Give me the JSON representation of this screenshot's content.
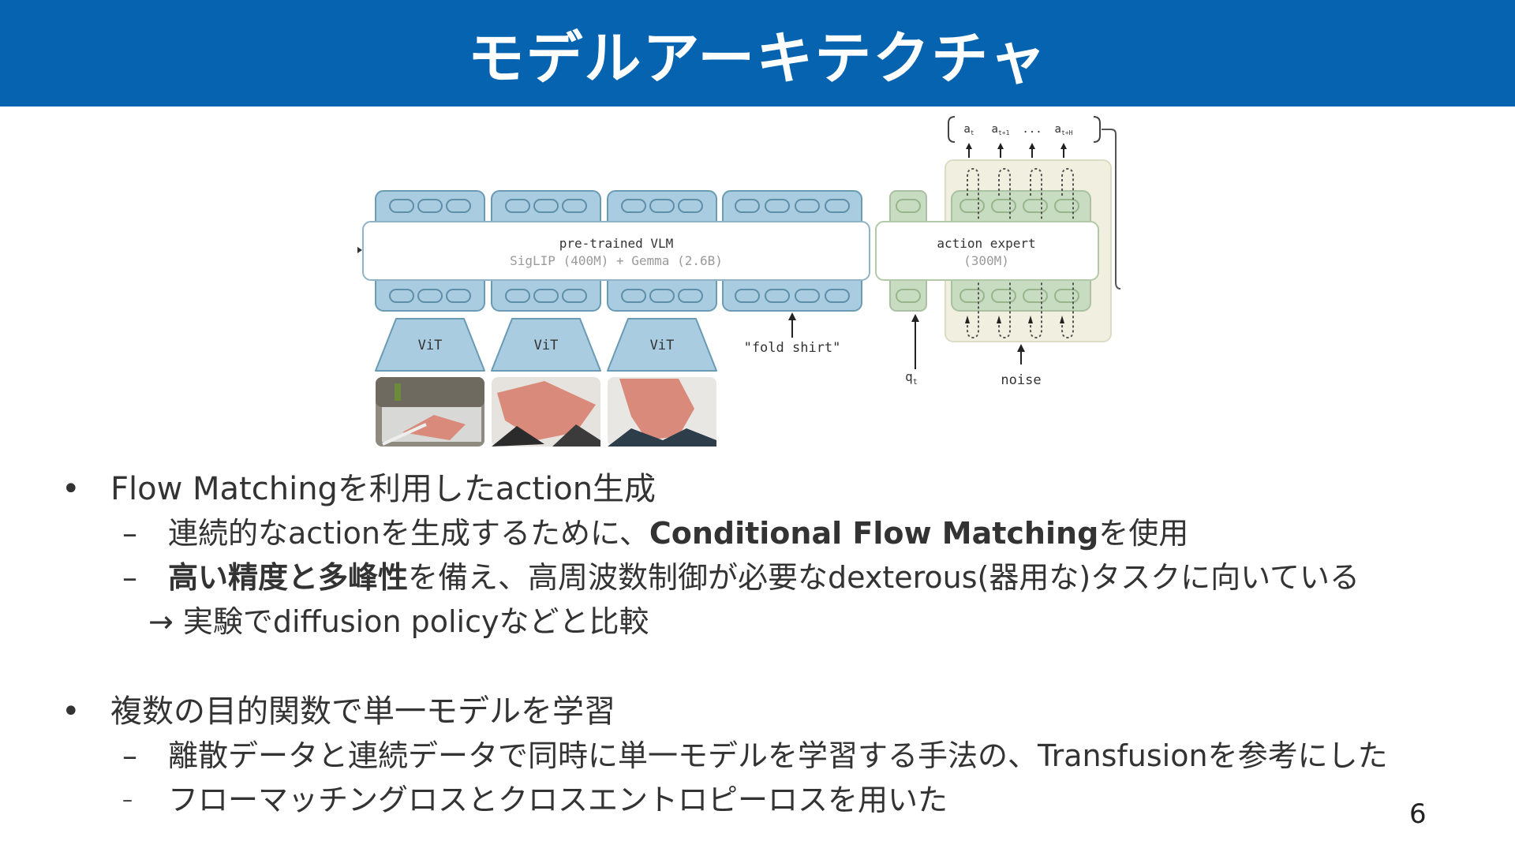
{
  "slide": {
    "title": "モデルアーキテクチャ",
    "page_number": "6",
    "colors": {
      "header_bg": "#0563af",
      "header_text": "#ffffff",
      "body_text": "#333333",
      "vlm_block": "#a9cce0",
      "vlm_border": "#6a9bb5",
      "expert_block": "#c7dcc0",
      "expert_bg": "#f1f0e0",
      "photo_fabric": "#d98a7a"
    }
  },
  "diagram": {
    "vlm_title": "pre-trained VLM",
    "vlm_subtitle": "SigLIP (400M) + Gemma (2.6B)",
    "expert_title": "action expert",
    "expert_subtitle": "(300M)",
    "vit_labels": [
      "ViT",
      "ViT",
      "ViT"
    ],
    "language_input": "\"fold shirt\"",
    "state_input": "q",
    "state_input_sub": "t",
    "noise_input": "noise",
    "action_outputs": [
      {
        "base": "a",
        "sub": "t"
      },
      {
        "base": "a",
        "sub": "t+1"
      },
      {
        "base": "...",
        "sub": ""
      },
      {
        "base": "a",
        "sub": "t+H"
      }
    ],
    "camera_images": [
      "camera-image-third-person",
      "camera-image-wrist-left",
      "camera-image-wrist-right"
    ]
  },
  "bullets": [
    {
      "marker": "•",
      "text": "Flow Matchingを利用したaction生成",
      "children": [
        {
          "marker": "–",
          "prefix": "連続的なactionを生成するために、",
          "bold": "Conditional Flow Matching",
          "suffix": "を使用"
        },
        {
          "marker": "–",
          "prefix": "",
          "bold": "高い精度と多峰性",
          "suffix": "を備え、高周波数制御が必要なdexterous(器用な)タスクに向いている"
        },
        {
          "marker": "",
          "prefix": "→ 実験でdiffusion policyなどと比較",
          "bold": "",
          "suffix": ""
        }
      ]
    },
    {
      "marker": "•",
      "text": "複数の目的関数で単一モデルを学習",
      "children": [
        {
          "marker": "–",
          "prefix": "離散データと連続データで同時に単一モデルを学習する手法の、Transfusionを参考にした",
          "bold": "",
          "suffix": ""
        },
        {
          "marker": "–",
          "prefix": "フローマッチングロスとクロスエントロピーロスを用いた",
          "bold": "",
          "suffix": ""
        }
      ]
    }
  ]
}
